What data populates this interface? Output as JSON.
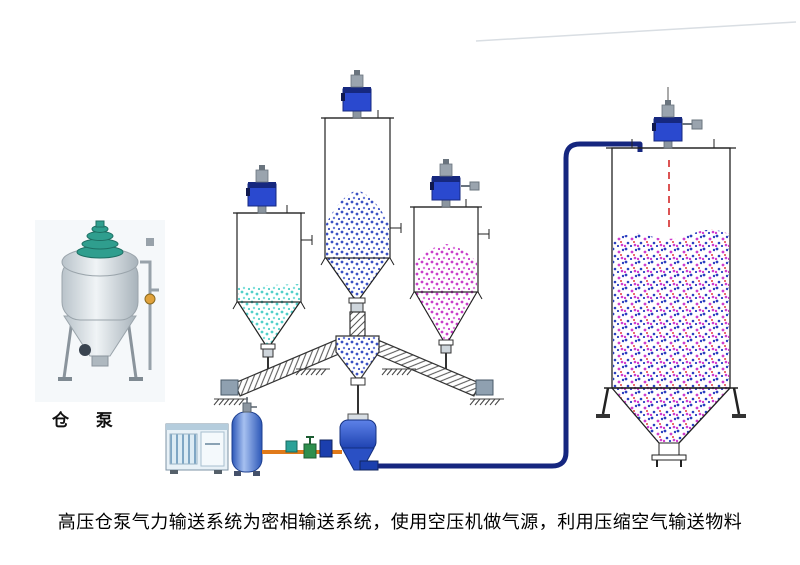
{
  "caption": {
    "text": "高压仓泵气力输送系统为密相输送系统，使用空压机做气源，利用压缩空气输送物料"
  },
  "pump_photo": {
    "label": "仓 泵"
  },
  "diagram": {
    "components": [
      "silo-pump-photo",
      "silo-small-left",
      "silo-small-center",
      "silo-small-right",
      "screw-conveyor-left",
      "screw-conveyor-right",
      "vertical-screw-feeder",
      "collecting-hopper",
      "air-compressor",
      "air-receiver-tank",
      "silo-pump-vessel",
      "conveying-pipeline",
      "big-storage-silo",
      "bin-vent-actuators",
      "level-indicator"
    ],
    "colors": {
      "material_cyan": "#5fd6d0",
      "material_blue": "#3a50c2",
      "material_magenta": "#cc49cc",
      "pipeline_navy": "#15267f",
      "air_pipe_orange": "#e07a1a",
      "actuator_blue": "#2a49cf",
      "level_line_red": "#d42a2a",
      "vessel_green_top": "#2f9e8e"
    }
  }
}
